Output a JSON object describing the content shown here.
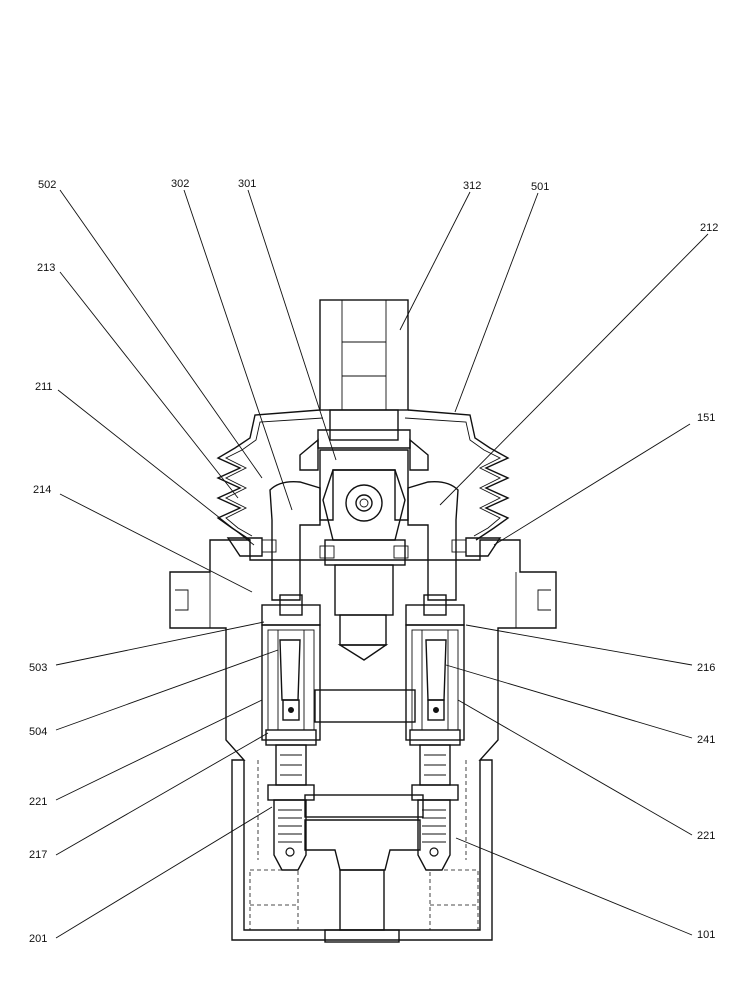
{
  "callouts": {
    "c502": "502",
    "c302": "302",
    "c301": "301",
    "c312": "312",
    "c501": "501",
    "c212": "212",
    "c213": "213",
    "c211": "211",
    "c151": "151",
    "c214": "214",
    "c503": "503",
    "c216": "216",
    "c504": "504",
    "c241": "241",
    "c221_left": "221",
    "c221_right": "221",
    "c217": "217",
    "c201": "201",
    "c101": "101"
  }
}
